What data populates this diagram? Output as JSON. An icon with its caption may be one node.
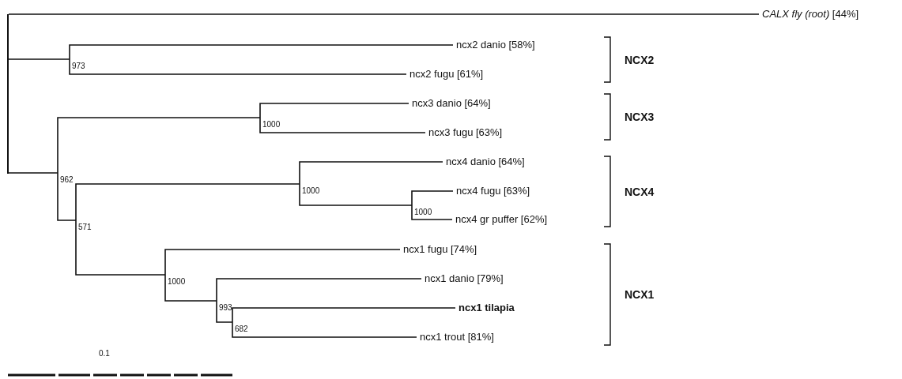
{
  "diagram": {
    "nodes": [
      {
        "text": [],
        "shape": "bar"
      },
      {
        "text": [
          "*CALX fly (root)* [44%]"
        ]
      },
      {
        "text": [
          "973"
        ]
      },
      {
        "text": [
          "ncx2 danio [58%]"
        ]
      },
      {
        "text": [
          "ncx2 fugu [61%]"
        ]
      },
      {
        "text": [
          "962"
        ]
      },
      {
        "text": [
          "1000"
        ]
      },
      {
        "text": [
          "ncx3 danio [64%]"
        ]
      },
      {
        "text": [
          "ncx3 fugu [63%]"
        ]
      },
      {
        "text": [
          "571"
        ]
      },
      {
        "text": [
          "1000"
        ]
      },
      {
        "text": [
          "ncx4 danio [64%]"
        ]
      },
      {
        "text": [
          "1000"
        ]
      },
      {
        "text": [
          "ncx4 fugu [63%]"
        ]
      },
      {
        "text": [
          "ncx4 gr puffer [62%]"
        ]
      },
      {
        "text": [
          "1000"
        ]
      },
      {
        "text": [
          "ncx1 fugu [74%]"
        ]
      },
      {
        "text": [
          "993"
        ]
      },
      {
        "text": [
          "ncx1 danio [79%]"
        ]
      },
      {
        "text": [
          "682"
        ]
      },
      {
        "text": [
          "ncx1 tilapia"
        ]
      },
      {
        "text": [
          "ncx1 trout [81%]"
        ]
      }
    ],
    "edges": [
      {
        "from": 0,
        "to": 1,
        "arrow": "none"
      },
      {
        "from": 0,
        "to": 2,
        "arrow": "none"
      },
      {
        "from": 0,
        "to": 5,
        "arrow": "none"
      },
      {
        "from": 2,
        "to": 3,
        "arrow": "none"
      },
      {
        "from": 2,
        "to": 4,
        "arrow": "none"
      },
      {
        "from": 5,
        "to": 6,
        "arrow": "none"
      },
      {
        "from": 5,
        "to": 9,
        "arrow": "none"
      },
      {
        "from": 6,
        "to": 7,
        "arrow": "none"
      },
      {
        "from": 6,
        "to": 8,
        "arrow": "none"
      },
      {
        "from": 9,
        "to": 10,
        "arrow": "none"
      },
      {
        "from": 9,
        "to": 15,
        "arrow": "none"
      },
      {
        "from": 10,
        "to": 11,
        "arrow": "none"
      },
      {
        "from": 10,
        "to": 12,
        "arrow": "none"
      },
      {
        "from": 12,
        "to": 13,
        "arrow": "none"
      },
      {
        "from": 12,
        "to": 14,
        "arrow": "none"
      },
      {
        "from": 15,
        "to": 16,
        "arrow": "none"
      },
      {
        "from": 15,
        "to": 17,
        "arrow": "none"
      },
      {
        "from": 17,
        "to": 18,
        "arrow": "none"
      },
      {
        "from": 17,
        "to": 19,
        "arrow": "none"
      },
      {
        "from": 19,
        "to": 20,
        "arrow": "none"
      },
      {
        "from": 19,
        "to": 21,
        "arrow": "none"
      }
    ],
    "labels": [
      "NCX2",
      "NCX3",
      "NCX4",
      "NCX1",
      "0.1"
    ]
  }
}
